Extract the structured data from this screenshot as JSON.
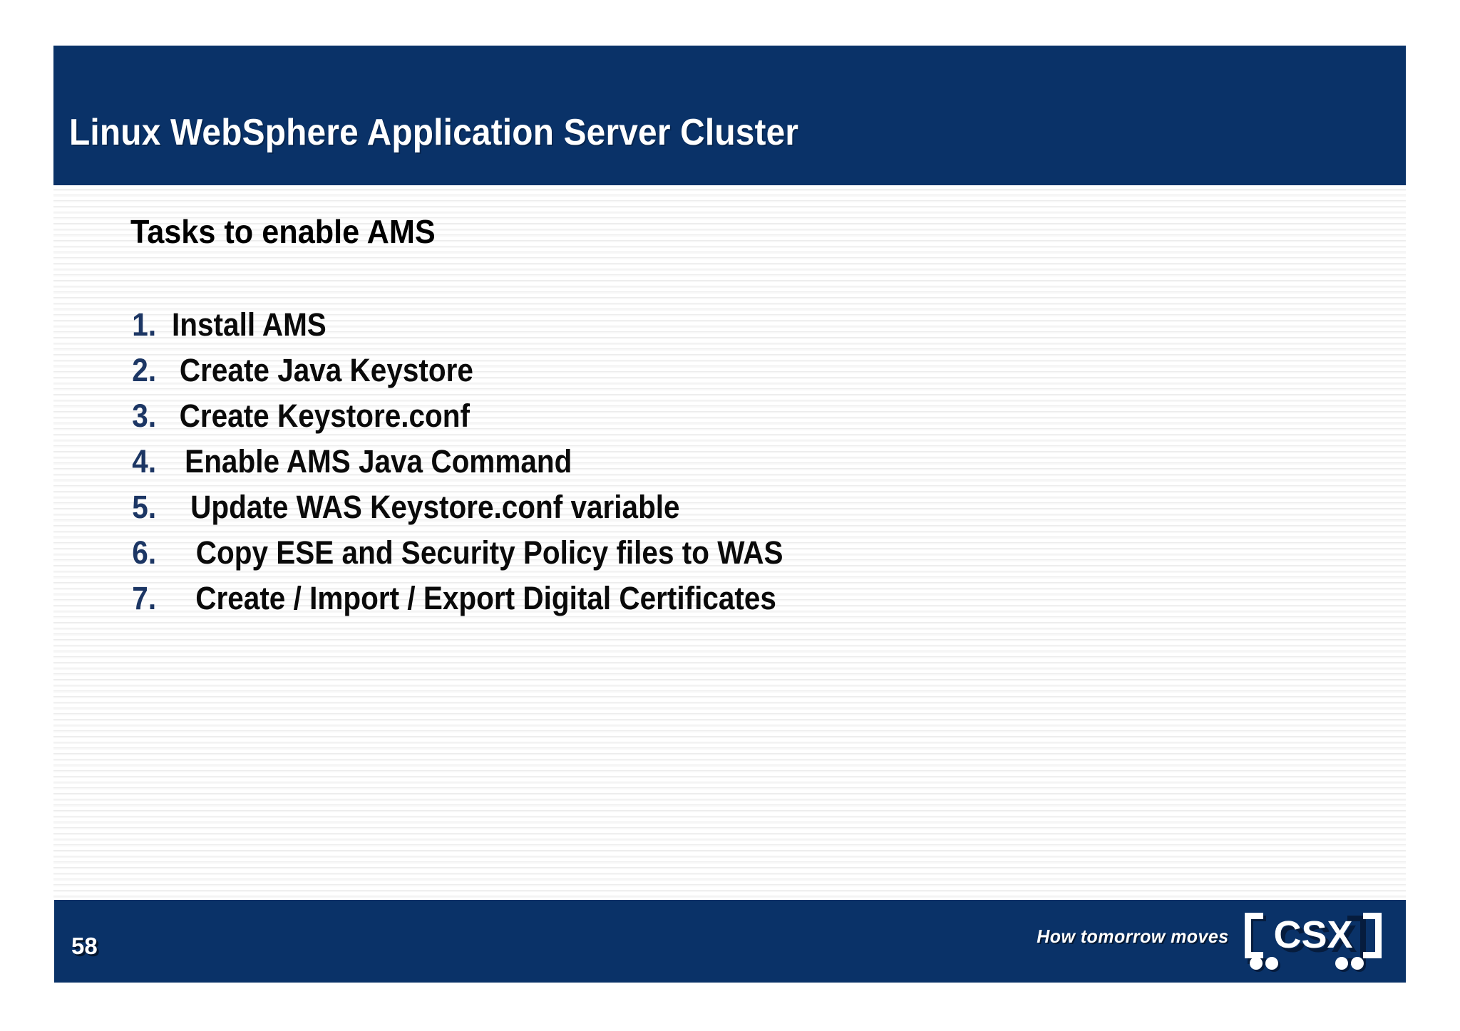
{
  "slide": {
    "title": "Linux WebSphere Application Server Cluster",
    "heading": "Tasks to enable AMS",
    "page_number": "58",
    "tasks": [
      {
        "number": "1.",
        "label": "Install AMS"
      },
      {
        "number": "2.",
        "label": "Create Java Keystore"
      },
      {
        "number": "3.",
        "label": "Create Keystore.conf"
      },
      {
        "number": "4.",
        "label": "Enable AMS Java Command"
      },
      {
        "number": "5.",
        "label": "Update WAS Keystore.conf variable"
      },
      {
        "number": "6.",
        "label": "Copy ESE and Security Policy files to WAS"
      },
      {
        "number": "7.",
        "label": "Create / Import / Export Digital Certificates"
      }
    ]
  },
  "footer": {
    "tagline": "How tomorrow moves",
    "logo_text": "CSX",
    "bracket_left": "[",
    "bracket_right": "]"
  },
  "colors": {
    "band_navy": "#0a3268",
    "number_navy": "#1c3664",
    "body_text": "#0a0a0a",
    "title_text": "#ffffff",
    "slide_background": "#ffffff",
    "rule_line": "#ececec"
  }
}
